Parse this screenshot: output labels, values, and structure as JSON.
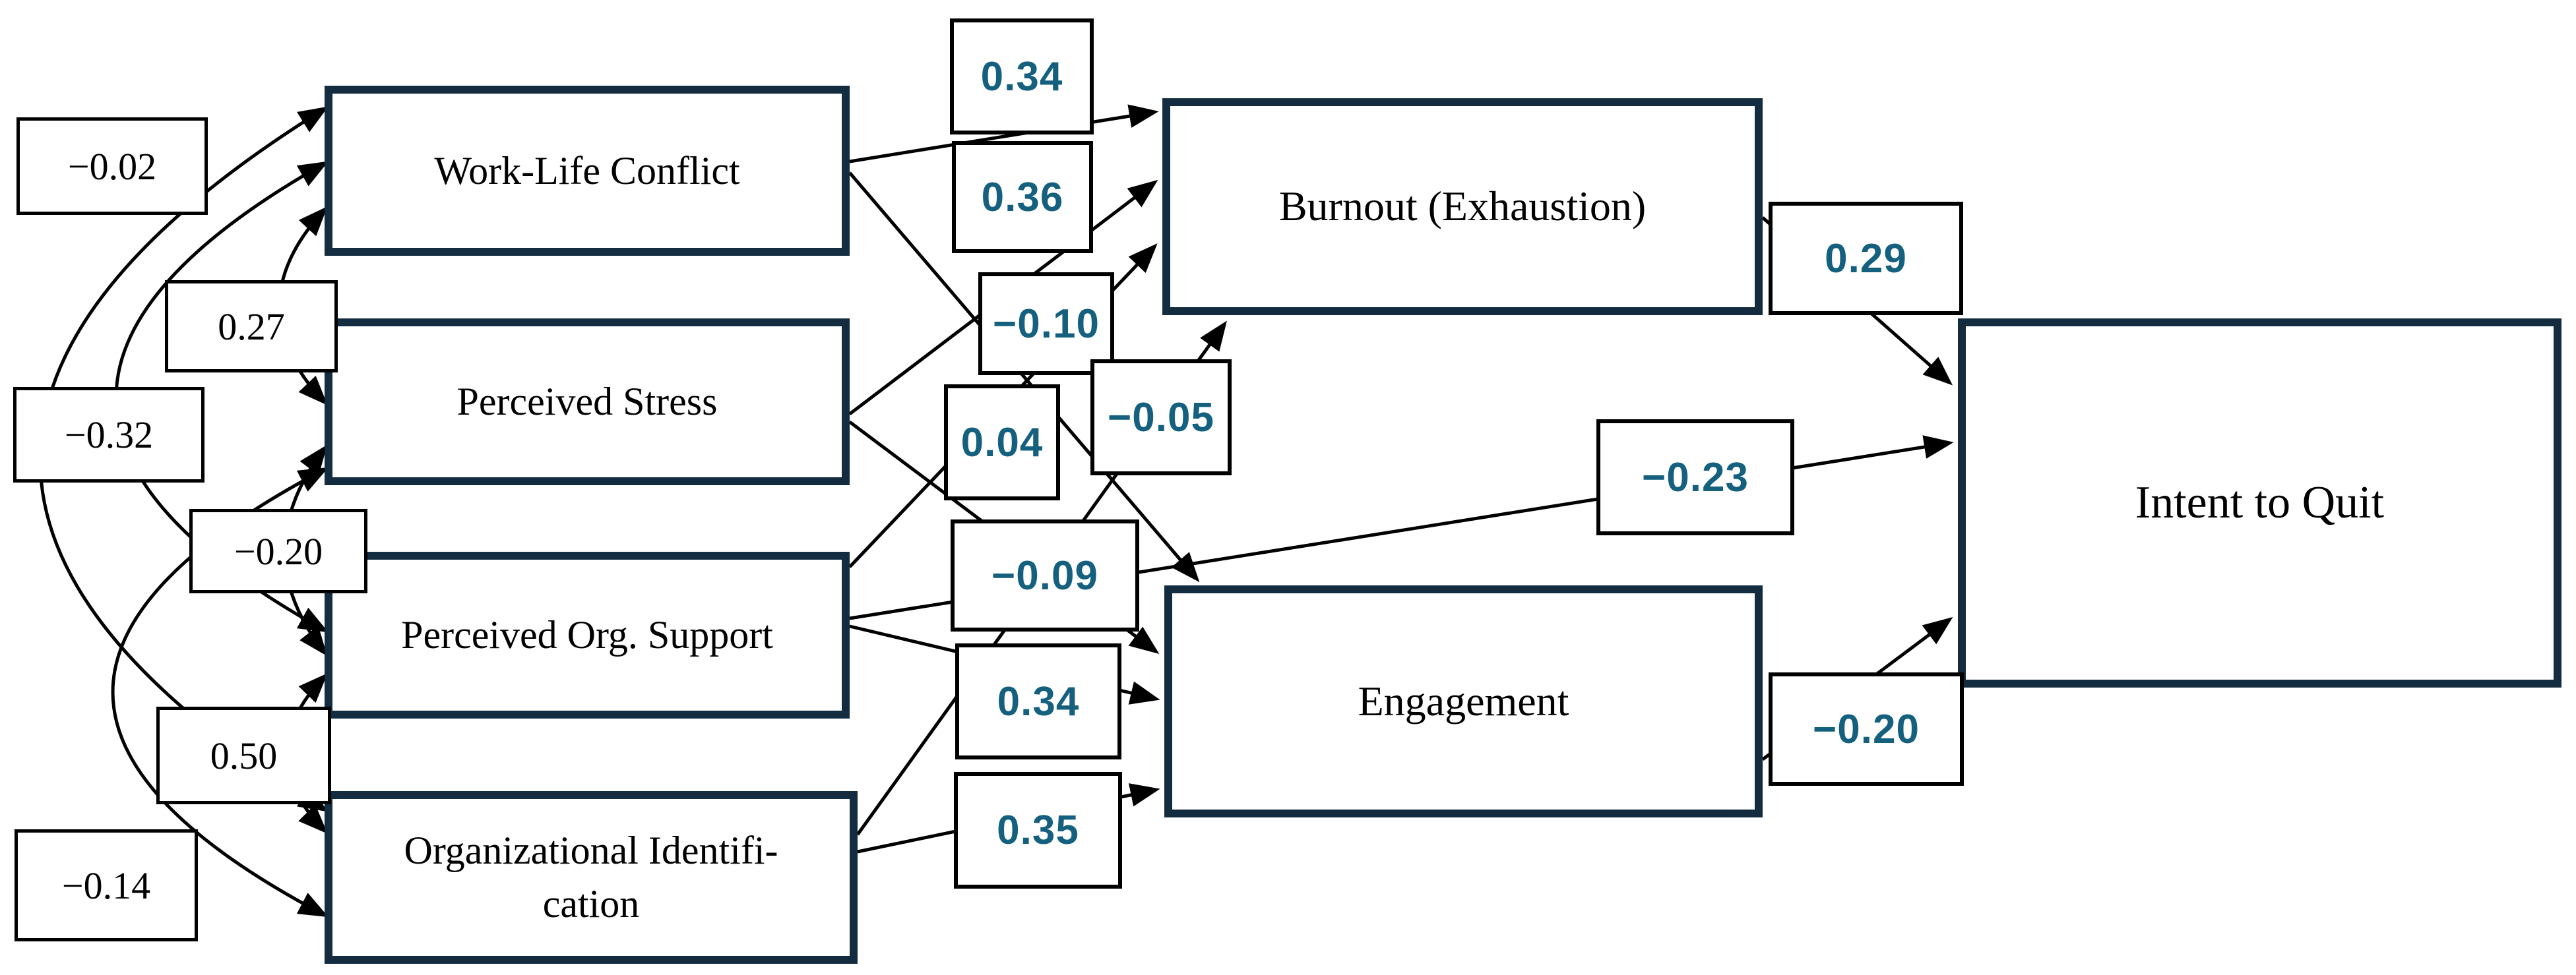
{
  "figure": {
    "type": "sem-path-diagram",
    "colors": {
      "node_border": "#132c40",
      "coefficient_text": "#14607e",
      "line": "#000000",
      "background": "#ffffff"
    },
    "nodes": {
      "wlc": {
        "label": "Work-Life Conflict"
      },
      "ps": {
        "label": "Perceived Stress"
      },
      "pos": {
        "label": "Perceived Org. Support"
      },
      "oi": {
        "label": "Organizational Identifi-\ncation"
      },
      "burnout": {
        "label": "Burnout (Exhaustion)"
      },
      "engagement": {
        "label": "Engagement"
      },
      "iq": {
        "label": "Intent to Quit"
      }
    },
    "paths": {
      "wlc_burnout": {
        "from": "Work-Life Conflict",
        "to": "Burnout (Exhaustion)",
        "value": "0.34"
      },
      "ps_burnout": {
        "from": "Perceived Stress",
        "to": "Burnout (Exhaustion)",
        "value": "0.36"
      },
      "pos_burnout": {
        "from": "Perceived Org. Support",
        "to": "Burnout (Exhaustion)",
        "value": "−0.10"
      },
      "oi_burnout": {
        "from": "Organizational Identification",
        "to": "Burnout (Exhaustion)",
        "value": "−0.05"
      },
      "wlc_engagement": {
        "from": "Work-Life Conflict",
        "to": "Engagement",
        "value": "0.04"
      },
      "ps_engagement": {
        "from": "Perceived Stress",
        "to": "Engagement",
        "value": "−0.09"
      },
      "pos_engagement": {
        "from": "Perceived Org. Support",
        "to": "Engagement",
        "value": "0.34"
      },
      "oi_engagement": {
        "from": "Organizational Identification",
        "to": "Engagement",
        "value": "0.35"
      },
      "burnout_iq": {
        "from": "Burnout (Exhaustion)",
        "to": "Intent to Quit",
        "value": "0.29"
      },
      "pos_iq": {
        "from": "Perceived Org. Support",
        "to": "Intent to Quit",
        "value": "−0.23"
      },
      "engagement_iq": {
        "from": "Engagement",
        "to": "Intent to Quit",
        "value": "−0.20"
      }
    },
    "covariances": {
      "wlc_oi": {
        "between": "Work-Life Conflict ↔ Organizational Identification",
        "value": "−0.02"
      },
      "wlc_ps": {
        "between": "Work-Life Conflict ↔ Perceived Stress",
        "value": "0.27"
      },
      "wlc_pos": {
        "between": "Work-Life Conflict ↔ Perceived Org. Support",
        "value": "−0.32"
      },
      "ps_pos": {
        "between": "Perceived Stress ↔ Perceived Org. Support",
        "value": "−0.20"
      },
      "pos_oi": {
        "between": "Perceived Org. Support ↔ Organizational Identification",
        "value": "0.50"
      },
      "ps_oi": {
        "between": "Perceived Stress ↔ Organizational Identification",
        "value": "−0.14"
      }
    }
  }
}
